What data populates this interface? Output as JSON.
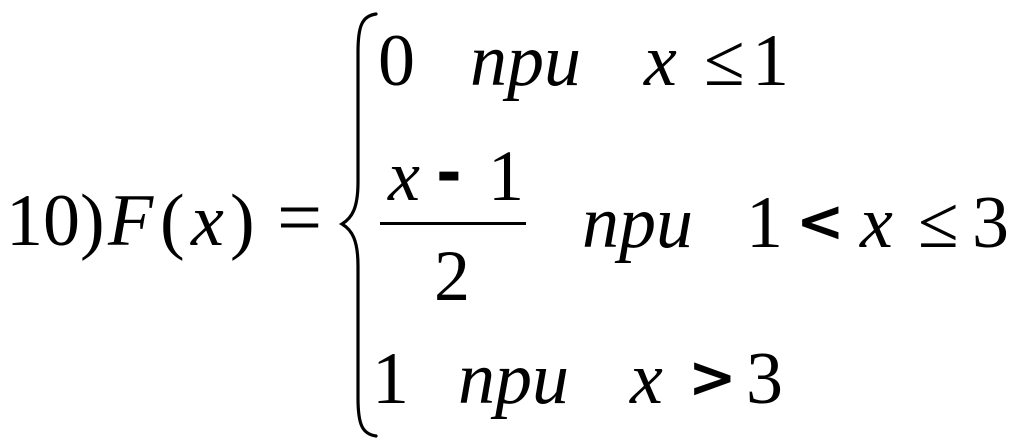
{
  "formula": {
    "label": "10)",
    "function_name": "F",
    "argument": "x",
    "paren_open": "(",
    "paren_close": ")",
    "equals": "=",
    "cases": [
      {
        "value": "0",
        "word": "при",
        "variable": "x",
        "relation": "≤",
        "bound": "1"
      },
      {
        "numerator_var": "x",
        "numerator_op": "-",
        "numerator_num": "1",
        "denominator": "2",
        "word": "при",
        "lower": "1",
        "relation_lower": "<",
        "variable": "x",
        "relation_upper": "≤",
        "upper": "3"
      },
      {
        "value": "1",
        "word": "при",
        "variable": "x",
        "relation": ">",
        "bound": "3"
      }
    ]
  }
}
